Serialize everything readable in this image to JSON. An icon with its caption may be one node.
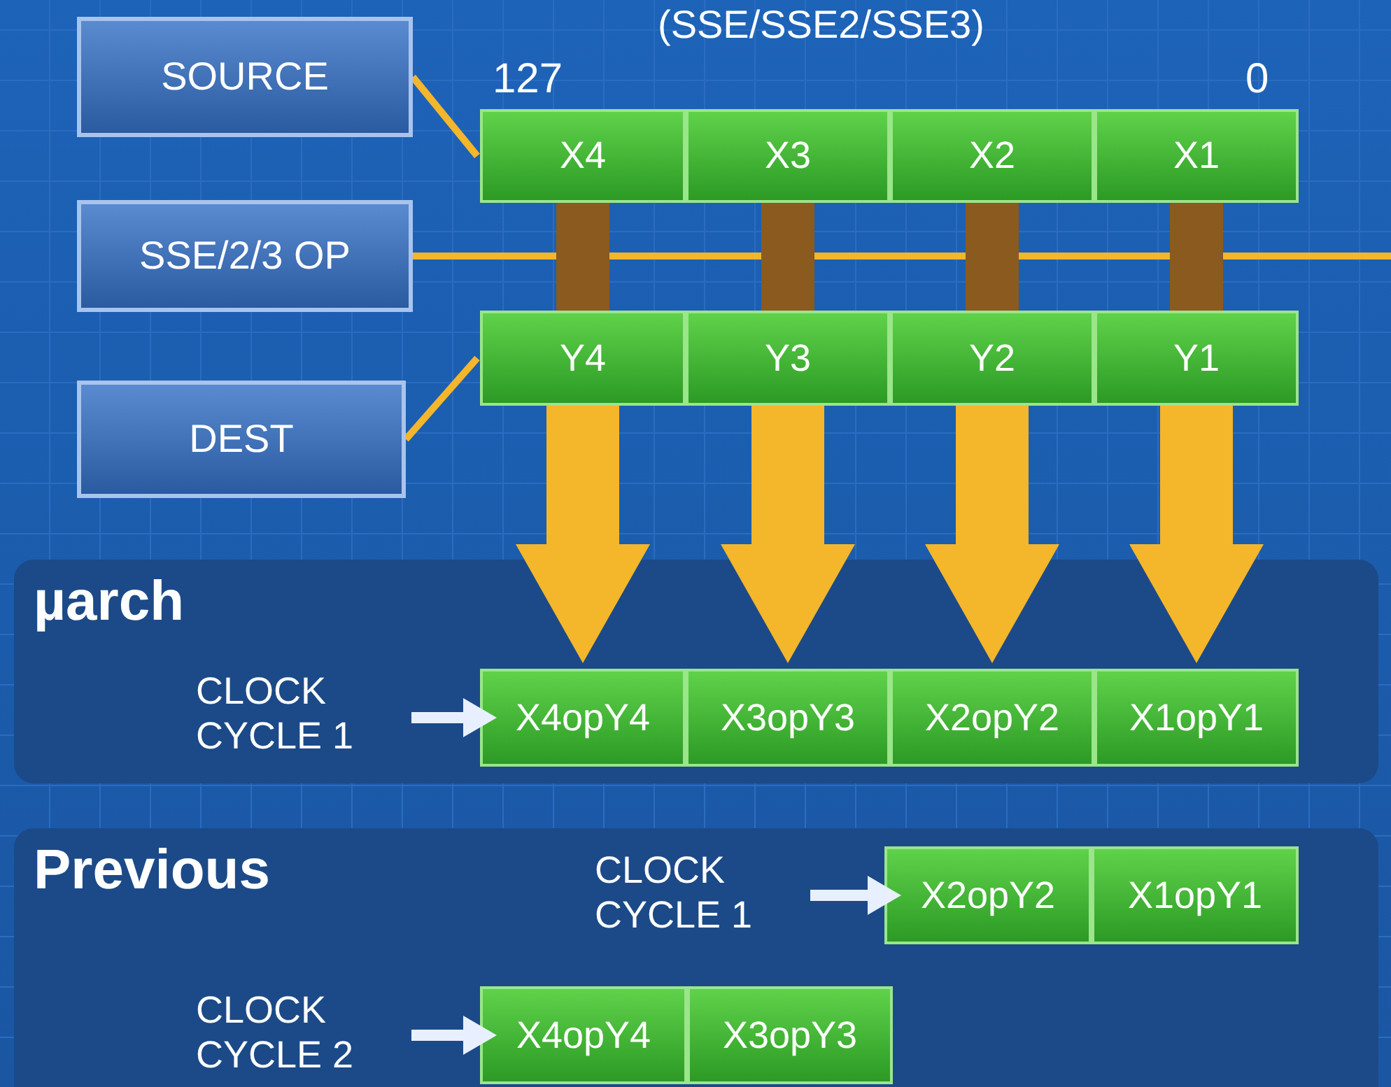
{
  "diagram": {
    "title": "(SSE/SSE2/SSE3)",
    "nodes": [
      {
        "text": [
          "SOURCE"
        ]
      },
      {
        "text": [
          "SSE/2/3 OP"
        ]
      },
      {
        "text": [
          "DEST"
        ]
      },
      {
        "text": [
          "X4"
        ]
      },
      {
        "text": [
          "X3"
        ]
      },
      {
        "text": [
          "X2"
        ]
      },
      {
        "text": [
          "X1"
        ]
      },
      {
        "text": [
          "Y4"
        ]
      },
      {
        "text": [
          "Y3"
        ]
      },
      {
        "text": [
          "Y2"
        ]
      },
      {
        "text": [
          "Y1"
        ]
      },
      {
        "text": [
          "µarch"
        ]
      },
      {
        "text": [
          "CLOCK CYCLE 1"
        ],
        "in": 11
      },
      {
        "text": [
          "X4opY4"
        ],
        "in": 11
      },
      {
        "text": [
          "X3opY3"
        ],
        "in": 11
      },
      {
        "text": [
          "X2opY2"
        ],
        "in": 11
      },
      {
        "text": [
          "X1opY1"
        ],
        "in": 11
      },
      {
        "text": [
          "Previous"
        ]
      },
      {
        "text": [
          "CLOCK CYCLE 1"
        ],
        "in": 17
      },
      {
        "text": [
          "X2opY2"
        ],
        "in": 17
      },
      {
        "text": [
          "X1opY1"
        ],
        "in": 17
      },
      {
        "text": [
          "CLOCK CYCLE 2"
        ],
        "in": 17
      },
      {
        "text": [
          "X4opY4"
        ],
        "in": 17
      },
      {
        "text": [
          "X3opY3"
        ],
        "in": 17
      }
    ],
    "edges": [
      {
        "from": 0,
        "to": 3,
        "arrow": "none"
      },
      {
        "from": 1,
        "to": null,
        "arrow": "none"
      },
      {
        "from": 2,
        "to": 7,
        "arrow": "none"
      },
      {
        "from": 3,
        "to": 7,
        "arrow": "none",
        "style": "thick",
        "color": "#8a5a1e"
      },
      {
        "from": 4,
        "to": 8,
        "arrow": "none",
        "style": "thick",
        "color": "#8a5a1e"
      },
      {
        "from": 5,
        "to": 9,
        "arrow": "none",
        "style": "thick",
        "color": "#8a5a1e"
      },
      {
        "from": 6,
        "to": 10,
        "arrow": "none",
        "style": "thick",
        "color": "#8a5a1e"
      },
      {
        "from": 7,
        "to": 13,
        "arrow": "to",
        "style": "thick"
      },
      {
        "from": 8,
        "to": 14,
        "arrow": "to",
        "style": "thick"
      },
      {
        "from": 9,
        "to": 15,
        "arrow": "to",
        "style": "thick"
      },
      {
        "from": 10,
        "to": 16,
        "arrow": "to",
        "style": "thick"
      },
      {
        "from": 12,
        "to": 13,
        "arrow": "to",
        "color": "#e8f0ff"
      },
      {
        "from": 18,
        "to": 19,
        "arrow": "to",
        "color": "#e8f0ff"
      },
      {
        "from": 21,
        "to": 22,
        "arrow": "to",
        "color": "#e8f0ff"
      }
    ],
    "labels": [
      "127",
      "0"
    ]
  }
}
